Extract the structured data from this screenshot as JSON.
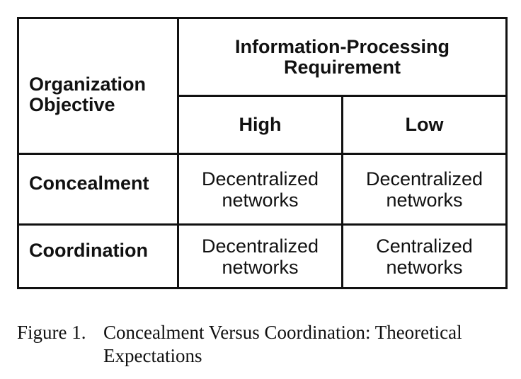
{
  "table": {
    "row_header_label": [
      "Organization",
      "Objective"
    ],
    "column_group_header": [
      "Information-Processing",
      "Requirement"
    ],
    "columns": [
      "High",
      "Low"
    ],
    "rows": [
      {
        "label": "Concealment",
        "cells": [
          [
            "Decentralized",
            "networks"
          ],
          [
            "Decentralized",
            "networks"
          ]
        ]
      },
      {
        "label": "Coordination",
        "cells": [
          [
            "Decentralized",
            "networks"
          ],
          [
            "Centralized",
            "networks"
          ]
        ]
      }
    ]
  },
  "caption": {
    "label": "Figure 1.",
    "text": "Concealment Versus Coordination: Theoretical Expectations"
  }
}
